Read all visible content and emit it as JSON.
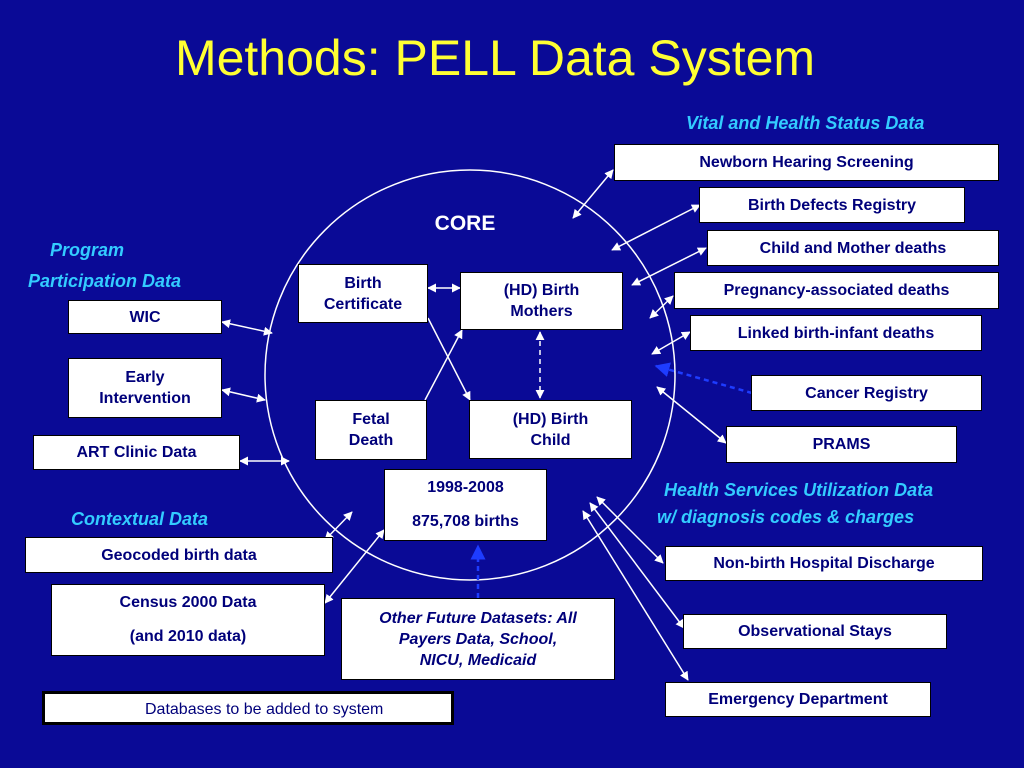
{
  "title": "Methods: PELL Data System",
  "core_label": "CORE",
  "sections": {
    "vital": "Vital and Health Status Data",
    "program_line1": "Program",
    "program_line2": "Participation Data",
    "contextual": "Contextual Data",
    "health_line1": "Health Services Utilization Data",
    "health_line2": "w/ diagnosis codes & charges"
  },
  "core": {
    "birth_certificate": [
      "Birth",
      "Certificate"
    ],
    "hd_birth_mothers": [
      "(HD) Birth",
      "Mothers"
    ],
    "fetal_death": [
      "Fetal",
      "Death"
    ],
    "hd_birth_child": [
      "(HD) Birth",
      "Child"
    ],
    "years": "1998-2008",
    "births": "875,708 births"
  },
  "vital_items": [
    "Newborn Hearing Screening",
    "Birth Defects Registry",
    "Child and Mother deaths",
    "Pregnancy-associated deaths",
    "Linked birth-infant deaths",
    "Cancer Registry",
    "PRAMS"
  ],
  "program_items": {
    "wic": "WIC",
    "early_intervention": [
      "Early",
      "Intervention"
    ],
    "art_clinic": "ART Clinic Data"
  },
  "contextual_items": {
    "geocoded": "Geocoded birth data",
    "census_line1": "Census 2000 Data",
    "census_line2": "(and 2010 data)"
  },
  "future": [
    "Other Future Datasets: All",
    "Payers Data, School,",
    "NICU, Medicaid"
  ],
  "health_items": [
    "Non-birth Hospital Discharge",
    "Observational Stays",
    "Emergency Department"
  ],
  "legend": "Databases to be added to system",
  "colors": {
    "background": "#0a0a96",
    "title": "#ffff33",
    "section_heading": "#33ccff",
    "box_text": "#00007a",
    "connector": "#ffffff",
    "planned_connector": "#1e3cff"
  }
}
